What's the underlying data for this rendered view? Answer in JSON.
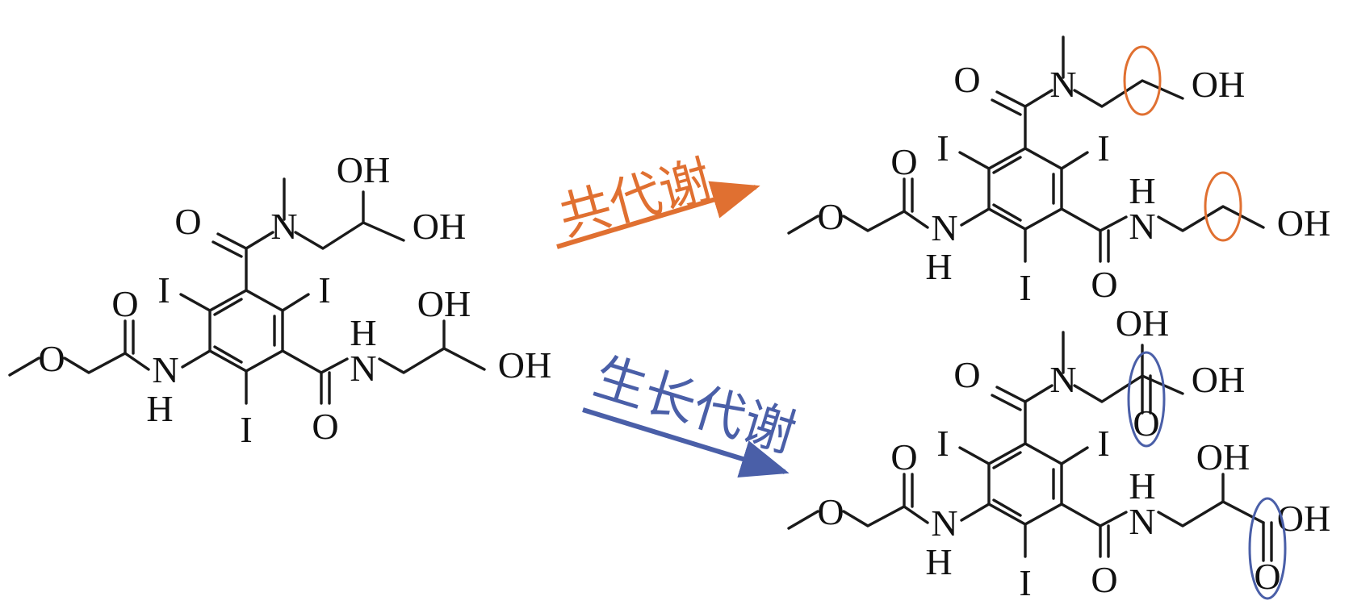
{
  "arrows": {
    "cometabolism": {
      "label": "共代谢",
      "color": "#e07031"
    },
    "growth": {
      "label": "生长代谢",
      "color": "#4a5fa8"
    }
  },
  "atom_labels": {
    "O": "O",
    "N": "N",
    "H": "H",
    "I": "I",
    "OH": "OH"
  },
  "highlight_colors": {
    "cometabolism": "#e07031",
    "growth": "#4a5fa8"
  }
}
